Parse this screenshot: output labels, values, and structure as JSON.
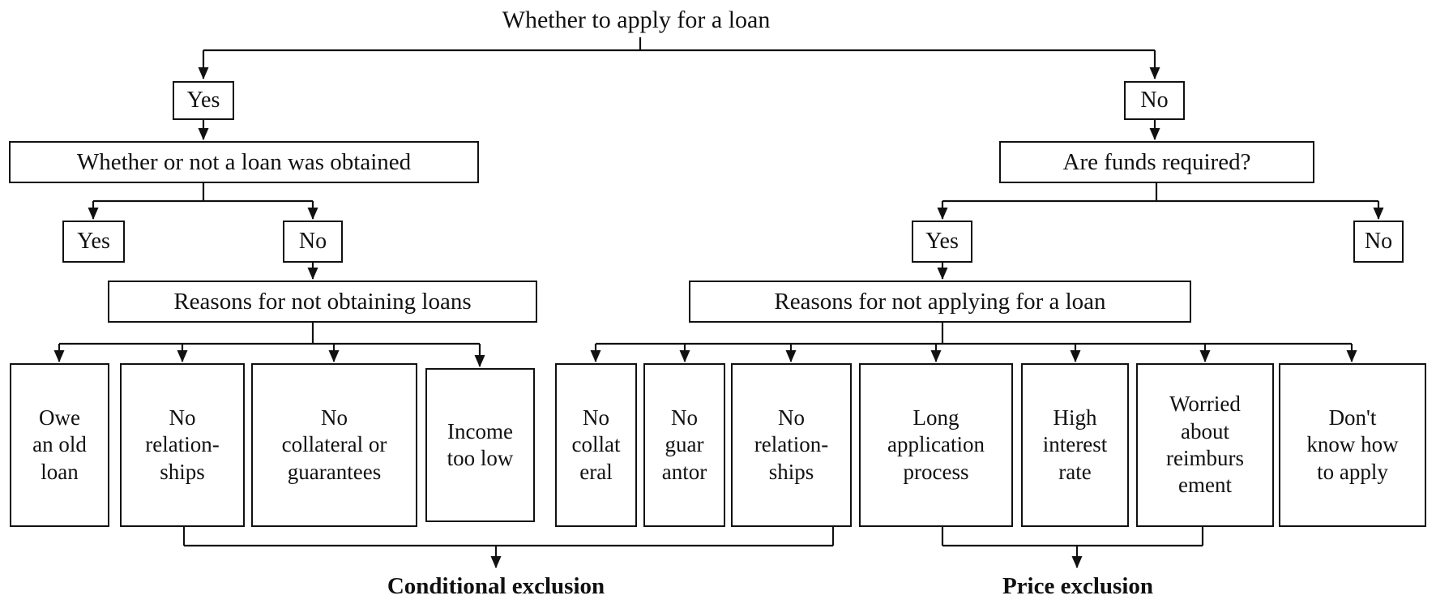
{
  "colors": {
    "ink": "#111111",
    "background": "#ffffff"
  },
  "flowchart": {
    "title": "Whether to apply for a loan",
    "apply_yes": "Yes",
    "apply_no": "No",
    "left_branch": {
      "question": "Whether or not a loan was obtained",
      "obtained_yes": "Yes",
      "obtained_no": "No",
      "reasons_header": "Reasons for not obtaining loans",
      "reasons": [
        "Owe\nan old\nloan",
        "No\nrelation-\nships",
        "No\ncollateral or\nguarantees",
        "Income\ntoo low"
      ]
    },
    "right_branch": {
      "question": "Are funds required?",
      "funds_yes": "Yes",
      "funds_no": "No",
      "reasons_header": "Reasons for not applying for a loan",
      "reasons": [
        "No\ncollat\neral",
        "No\nguar\nantor",
        "No\nrelation-\nships",
        "Long\napplication\nprocess",
        "High\ninterest\nrate",
        "Worried\nabout\nreimburs\nement",
        "Don't\nknow how\nto apply"
      ]
    },
    "outcomes": {
      "conditional": "Conditional exclusion",
      "price": "Price exclusion"
    }
  }
}
